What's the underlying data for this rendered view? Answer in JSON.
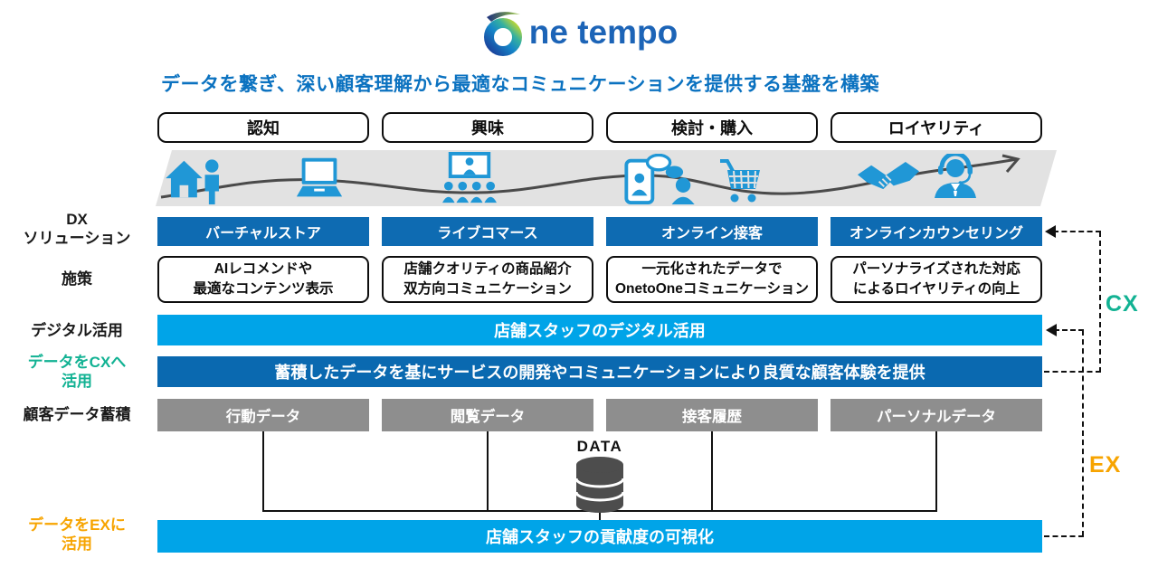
{
  "logo": {
    "brand": "One tempo",
    "rest": "ne tempo"
  },
  "headline": "データを繋ぎ、深い顧客理解から最適なコミュニケーションを提供する基盤を構築",
  "stages": [
    "認知",
    "興味",
    "検討・購入",
    "ロイヤリティ"
  ],
  "journey_icons": [
    "house-visitor-icon",
    "laptop-icon",
    "live-seminar-icon",
    "online-chat-icon",
    "cart-icon",
    "handshake-icon",
    "operator-icon",
    "journey-wave-arrow"
  ],
  "left_labels": {
    "dx_line1": "DX",
    "dx_line2": "ソリューション",
    "measures": "施策",
    "digital": "デジタル活用",
    "cx_use_line1": "データをCXへ",
    "cx_use_line2": "活用",
    "data_store": "顧客データ蓄積",
    "ex_use_line1": "データをEXに",
    "ex_use_line2": "活用"
  },
  "rows": {
    "dx_solutions": [
      "バーチャルストア",
      "ライブコマース",
      "オンライン接客",
      "オンラインカウンセリング"
    ],
    "measures": [
      [
        "AIレコメンドや",
        "最適なコンテンツ表示"
      ],
      [
        "店舗クオリティの商品紹介",
        "双方向コミュニケーション"
      ],
      [
        "一元化されたデータで",
        "OnetoOneコミュニケーション"
      ],
      [
        "パーソナライズされた対応",
        "によるロイヤリティの向上"
      ]
    ],
    "digital_bar": "店舗スタッフのデジタル活用",
    "cx_bar": "蓄積したデータを基にサービスの開発やコミュニケーションにより良質な顧客体験を提供",
    "data_boxes": [
      "行動データ",
      "閲覧データ",
      "接客履歴",
      "パーソナルデータ"
    ],
    "data_label": "DATA",
    "bottom_bar": "店舗スタッフの貢献度の可視化"
  },
  "side_labels": {
    "cx": "CX",
    "ex": "EX"
  },
  "colors": {
    "headline_blue": "#0b72c0",
    "dark_blue": "#0e6bb2",
    "light_blue": "#00a4e8",
    "gray_box": "#8e8e8e",
    "band_gray": "#e2e2e2",
    "icon_blue": "#2097d6",
    "green": "#12b293",
    "orange": "#f7a400",
    "line_black": "#111111"
  }
}
